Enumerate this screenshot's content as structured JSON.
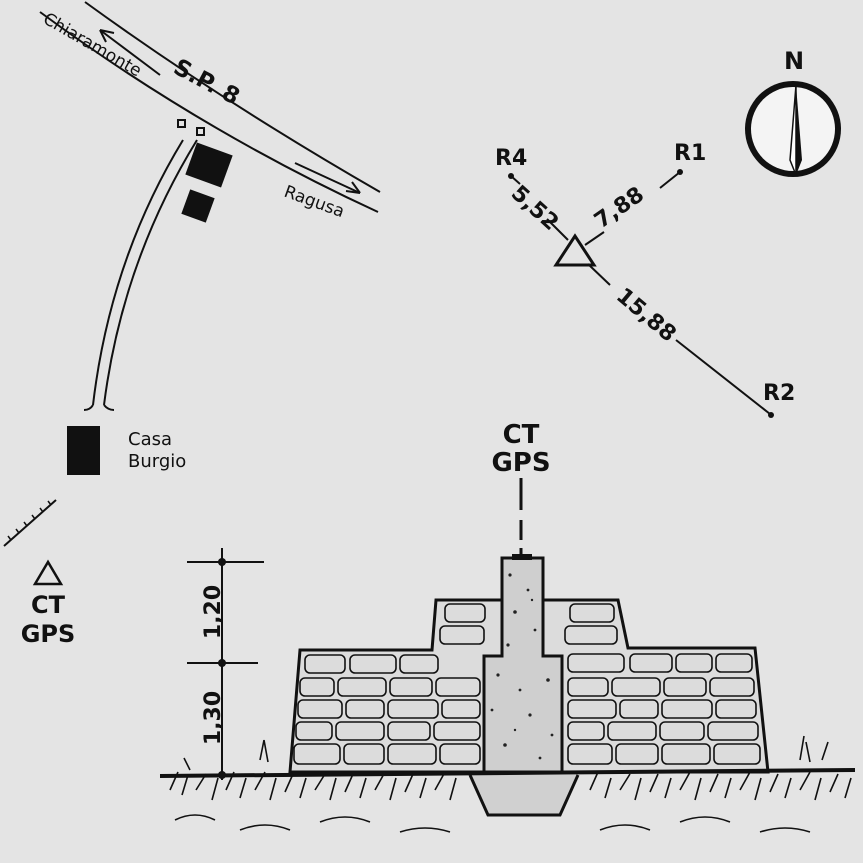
{
  "road": {
    "name": "S.P. 8",
    "to_left": "Chiaramonte",
    "to_right": "Ragusa"
  },
  "house": {
    "name_line1": "Casa",
    "name_line2": "Burgio"
  },
  "marker_small": {
    "line1": "CT",
    "line2": "GPS"
  },
  "compass": {
    "north_label": "N"
  },
  "references": {
    "r1": {
      "label": "R1",
      "distance": "7,88"
    },
    "r2": {
      "label": "R2",
      "distance": "15,88"
    },
    "r4": {
      "label": "R4",
      "distance": "5,52"
    }
  },
  "monument": {
    "label_line1": "CT",
    "label_line2": "GPS",
    "height_upper": "1,20",
    "height_lower": "1,30"
  }
}
